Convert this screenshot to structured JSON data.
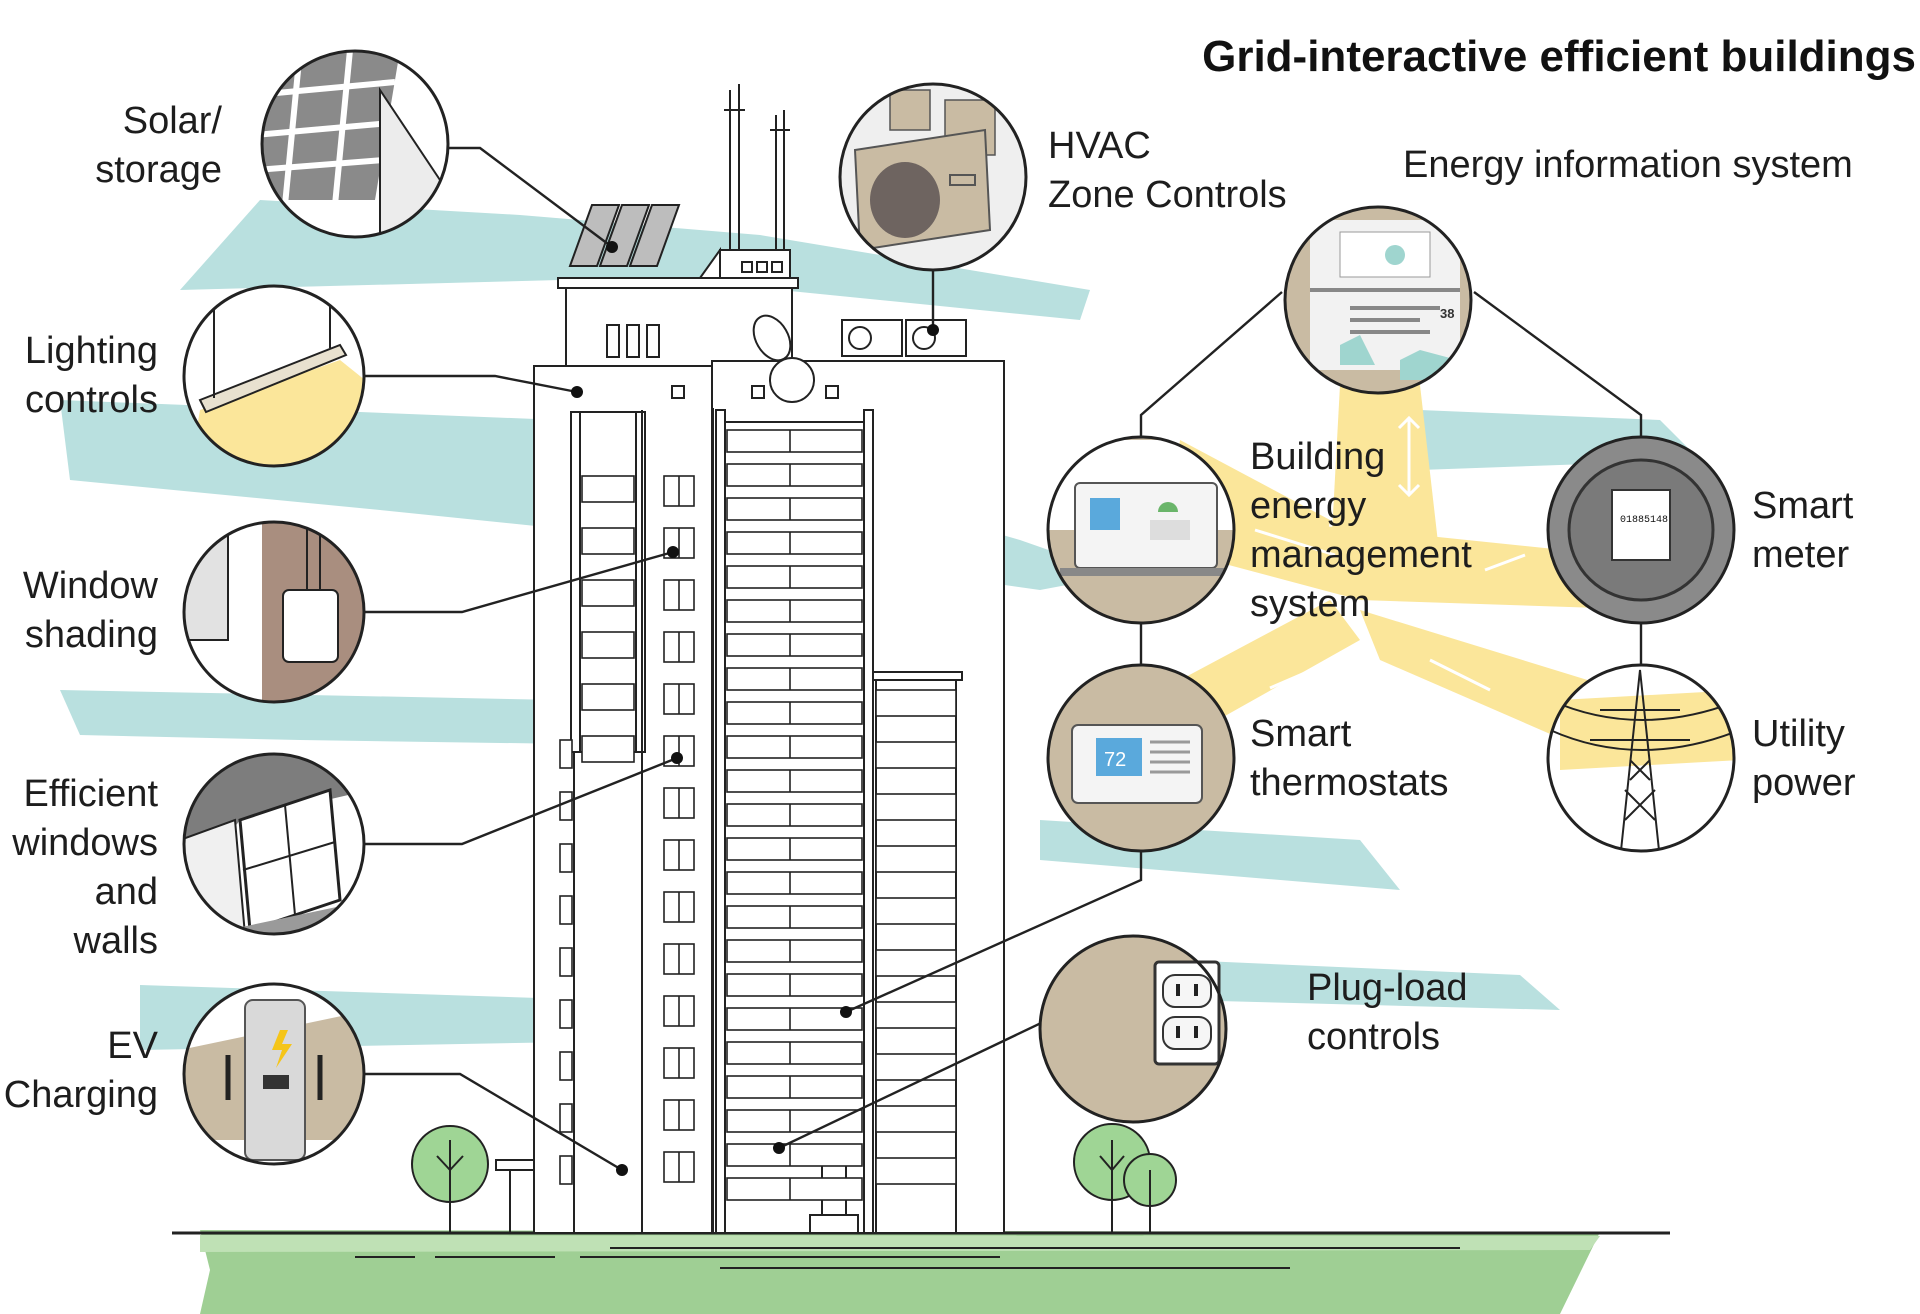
{
  "title": "Grid-interactive efficient buildings",
  "labels": {
    "solar": "Solar/\nstorage",
    "lighting": "Lighting\ncontrols",
    "window_shading": "Window\nshading",
    "windows_walls": "Efficient\nwindows\nand walls",
    "ev": "EV\nCharging",
    "hvac": "HVAC\nZone Controls",
    "energy_info": "Energy information system",
    "bems": "Building\nenergy\nmanagement\nsystem",
    "smart_meter": "Smart\nmeter",
    "thermostats": "Smart\nthermostats",
    "utility": "Utility\npower",
    "plug_load": "Plug-load\ncontrols"
  },
  "icon_text": {
    "thermostat_temp": "72",
    "meter_reading": "01885148",
    "eis_value": "38"
  },
  "colors": {
    "teal": "#b9e0df",
    "yellow": "#fbe69a",
    "tan": "#c9bba3",
    "grass": "#9fcf94",
    "tree": "#9fd595",
    "outline": "#222222",
    "shadow": "#c8c8c8",
    "thermo_blue": "#5aa9dc"
  }
}
